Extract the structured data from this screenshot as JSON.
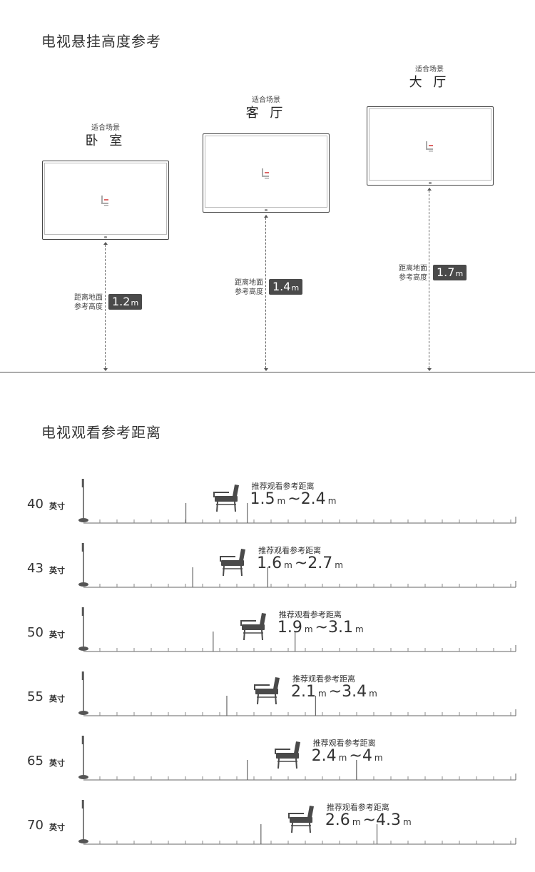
{
  "section1": {
    "title": "电视悬挂高度参考",
    "scene_caption": "适合场景",
    "height_caption_line1": "距离地面",
    "height_caption_line2": "参考高度",
    "rooms": [
      {
        "name": "卧 室",
        "height": "1.2",
        "unit": "m"
      },
      {
        "name": "客 厅",
        "height": "1.4",
        "unit": "m"
      },
      {
        "name": "大 厅",
        "height": "1.7",
        "unit": "m"
      }
    ]
  },
  "section2": {
    "title": "电视观看参考距离",
    "rec_caption": "推荐观看参考距离",
    "size_unit": "英寸",
    "distance_unit": "m",
    "range_sep": "~",
    "rows": [
      {
        "size": "40",
        "min": "1.5",
        "max": "2.4"
      },
      {
        "size": "43",
        "min": "1.6",
        "max": "2.7"
      },
      {
        "size": "50",
        "min": "1.9",
        "max": "3.1"
      },
      {
        "size": "55",
        "min": "2.1",
        "max": "3.4"
      },
      {
        "size": "65",
        "min": "2.4",
        "max": "4"
      },
      {
        "size": "70",
        "min": "2.6",
        "max": "4.3"
      }
    ]
  },
  "colors": {
    "text": "#333333",
    "badge": "#4a4a4a",
    "line": "#555555"
  }
}
